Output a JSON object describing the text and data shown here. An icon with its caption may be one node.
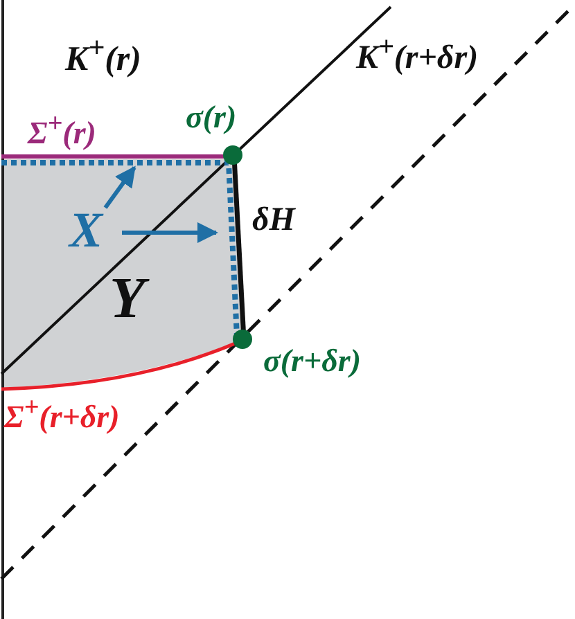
{
  "diagram": {
    "labels": [
      "K$^{+}$(r)",
      "K$^{+}$(r+δr)",
      "Σ$^{+}$(r)",
      "σ(r)",
      "X",
      "δH",
      "Y",
      "σ(r+δr)",
      "Σ$^{+}$(r+δr)"
    ]
  }
}
